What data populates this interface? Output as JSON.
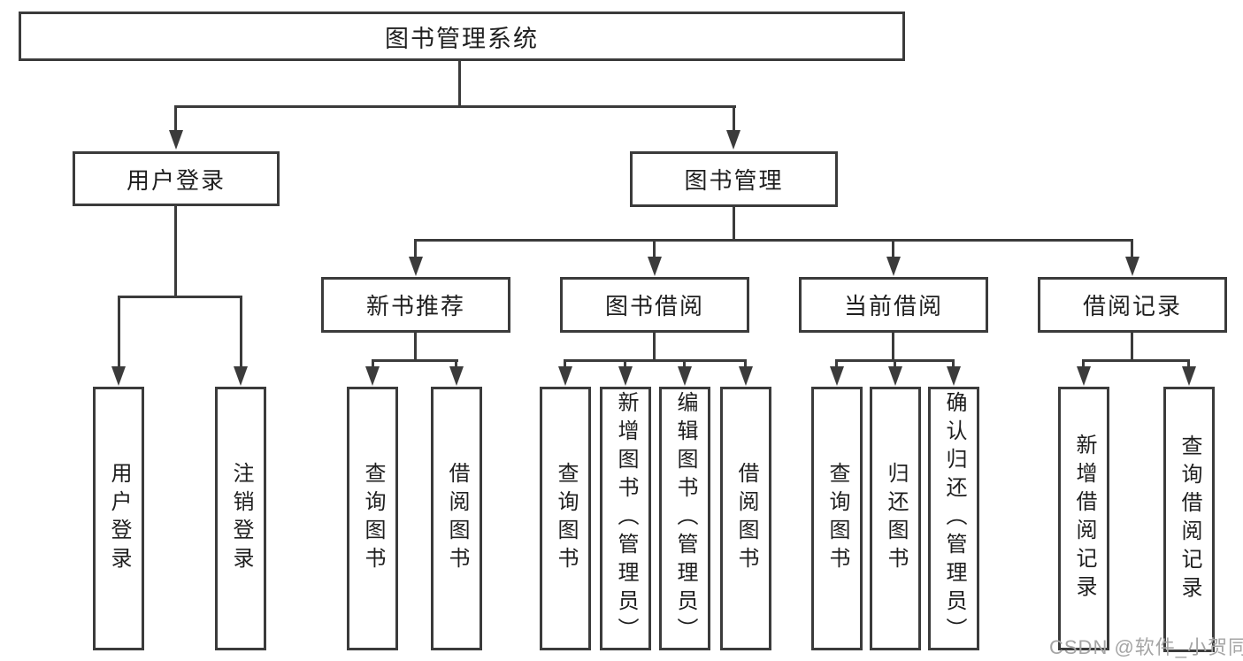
{
  "diagram": {
    "type": "hierarchy-tree",
    "root": {
      "label": "图书管理系统"
    },
    "branches": {
      "user_login": {
        "label": "用户登录",
        "children": [
          {
            "label": "用户登录"
          },
          {
            "label": "注销登录"
          }
        ]
      },
      "book_mgmt": {
        "label": "图书管理",
        "children": [
          {
            "label": "新书推荐",
            "children": [
              {
                "label": "查询图书"
              },
              {
                "label": "借阅图书"
              }
            ]
          },
          {
            "label": "图书借阅",
            "children": [
              {
                "label": "查询图书"
              },
              {
                "label": "新增图书（管理员）"
              },
              {
                "label": "编辑图书（管理员）"
              },
              {
                "label": "借阅图书"
              }
            ]
          },
          {
            "label": "当前借阅",
            "children": [
              {
                "label": "查询图书"
              },
              {
                "label": "归还图书"
              },
              {
                "label": "确认归还（管理员）"
              }
            ]
          },
          {
            "label": "借阅记录",
            "children": [
              {
                "label": "新增借阅记录"
              },
              {
                "label": "查询借阅记录"
              }
            ]
          }
        ]
      }
    },
    "watermark": "CSDN @软件_小贺同学",
    "colors": {
      "line": "#3b3b3b",
      "text": "#1f1f1f",
      "watermark": "#a5a5a5",
      "background": "#ffffff"
    }
  }
}
